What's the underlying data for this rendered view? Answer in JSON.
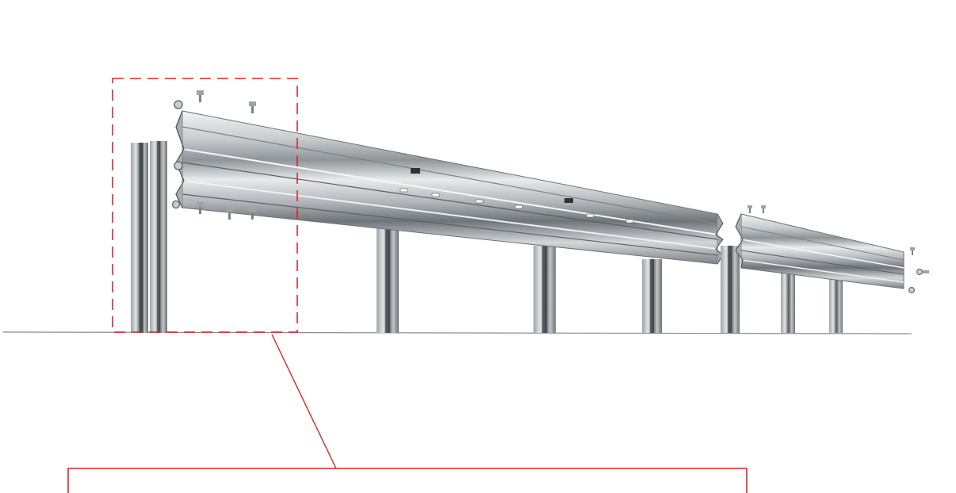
{
  "figure": {
    "subject": "guardrail-assembly-exploded-view",
    "colors": {
      "background": "#ffffff",
      "callout": "#d6262b",
      "ground": "#8c8c8c",
      "steel_light": "#e2e4e6",
      "steel_mid": "#b5b9bd",
      "steel_dark": "#6d7277",
      "steel_shadow": "#3e4246"
    },
    "icons": {
      "bolt": "bolt-icon",
      "nut": "nut-icon",
      "post": "post-icon",
      "rail": "rail-icon"
    },
    "annotations": {
      "detail_box_style": "dashed",
      "leader_style": "solid",
      "label_box_text": ""
    }
  }
}
